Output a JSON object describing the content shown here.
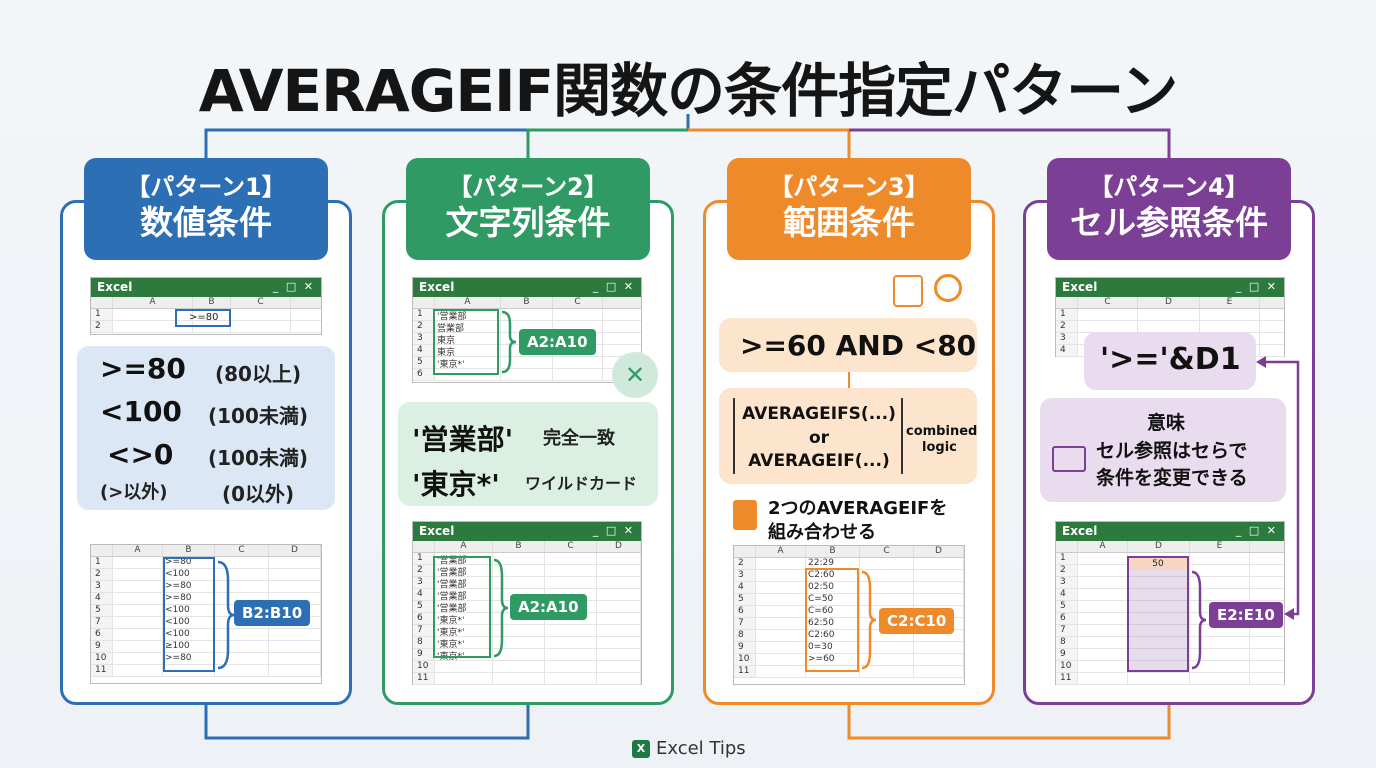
{
  "title": "AVERAGEIF関数の条件指定パターン",
  "colors": {
    "blue": "#2d6fb5",
    "green": "#2f9a63",
    "orange": "#ef8a2a",
    "purple": "#7b3f96"
  },
  "panels": [
    {
      "title_line1": "【パターン1】",
      "title_line2": "数値条件",
      "excel_top": {
        "label": "Excel",
        "ctrl": "_ □ ✕",
        "cols": [
          "A",
          "B",
          "C"
        ],
        "rows": [
          "1",
          "2"
        ],
        "cell": ">=80"
      },
      "conditions": [
        {
          "expr": ">=80",
          "note": "(80以上)"
        },
        {
          "expr": "<100",
          "note": "(100未満)"
        },
        {
          "expr": "<>0",
          "note": "(100未満)"
        }
      ],
      "extra_left": "(>以外)",
      "extra_right": "(0以外)",
      "excel_bottom": {
        "cols": [
          "A",
          "B",
          "C",
          "D"
        ],
        "rows": [
          "1",
          "2",
          "3",
          "4",
          "5",
          "7",
          "6",
          "9",
          "10",
          "11"
        ],
        "values": [
          ">=80",
          "<100",
          ">=80",
          ">=80",
          "<100",
          "<100",
          "<100",
          "≥100",
          ">=80",
          ""
        ]
      },
      "range_tag": "B2:B10"
    },
    {
      "title_line1": "【パターン2】",
      "title_line2": "文字列条件",
      "excel_top": {
        "label": "Excel",
        "ctrl": "_ □ ✕",
        "cols": [
          "A",
          "B",
          "C"
        ],
        "rows": [
          "1",
          "2",
          "3",
          "4",
          "5",
          "6"
        ],
        "values": [
          "'営業部",
          "営業部",
          "東京",
          "東京",
          "'東京*'",
          ""
        ]
      },
      "range_tag_top": "A2:A10",
      "conditions": [
        {
          "expr": "'営業部'",
          "note": "完全一致"
        },
        {
          "expr": "'東京*'",
          "note": "ワイルドカード"
        }
      ],
      "excel_bottom": {
        "label": "Excel",
        "cols": [
          "A",
          "B",
          "C",
          "D"
        ],
        "rows": [
          "1",
          "2",
          "3",
          "4",
          "5",
          "6",
          "7",
          "8",
          "9",
          "10",
          "11"
        ],
        "values": [
          "'営業部",
          "'営業部",
          "'営業部",
          "'営業部",
          "'営業部",
          "'東京*'",
          "'東京*'",
          "'東京*'",
          "'東京*'",
          "",
          ""
        ]
      },
      "range_tag": "A2:A10"
    },
    {
      "title_line1": "【パターン3】",
      "title_line2": "範囲条件",
      "condition": ">=60 AND <80",
      "formula_lines": [
        "AVERAGEIFS(...)",
        "or",
        "AVERAGEIF(...)"
      ],
      "combined": "combined\nlogic",
      "combined_1": "combined",
      "combined_2": "logic",
      "note_line1": "2つのAVERAGEIFを",
      "note_line2": "組み合わせる",
      "excel_bottom": {
        "cols": [
          "A",
          "B",
          "C",
          "D"
        ],
        "rows": [
          "2",
          "3",
          "4",
          "5",
          "6",
          "7",
          "8",
          "9",
          "10",
          "11"
        ],
        "values": [
          "22:29",
          "C2:60",
          "02:50",
          "C=50",
          "C=60",
          "62:50",
          "C2:60",
          "0=30",
          ">=60",
          ""
        ]
      },
      "range_tag": "C2:C10"
    },
    {
      "title_line1": "【パターン4】",
      "title_line2": "セル参照条件",
      "excel_top": {
        "label": "Excel",
        "ctrl": "_ □ ✕",
        "cols": [
          "C",
          "D",
          "E"
        ],
        "rows": [
          "1",
          "2",
          "3",
          "4"
        ]
      },
      "formula": "'>='&D1",
      "meaning_title": "意味",
      "meaning_line1": "セル参照はセらで",
      "meaning_line2": "条件を変更できる",
      "excel_bottom": {
        "label": "Excel",
        "cols": [
          "A",
          "D",
          "E"
        ],
        "rows": [
          "1",
          "2",
          "3",
          "4",
          "5",
          "6",
          "7",
          "8",
          "9",
          "10",
          "11"
        ],
        "cell": "50"
      },
      "range_tag": "E2:E10"
    }
  ],
  "footer": "Excel Tips"
}
